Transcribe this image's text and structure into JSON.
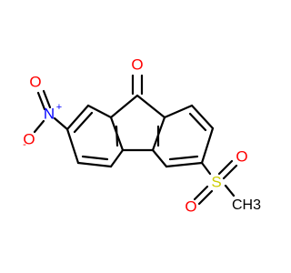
{
  "molecule": {
    "atoms": {
      "ketone_oxygen": "O",
      "nitro_nitrogen": "N",
      "nitro_oxygen_top": "O",
      "nitro_oxygen_bottom": "O",
      "sulfur": "S",
      "sulfonyl_oxygen_top": "O",
      "sulfonyl_oxygen_bottom": "O",
      "methyl": "CH3"
    },
    "charges": {
      "nitro_nitrogen": "+",
      "nitro_oxygen_bottom": "-"
    },
    "colors": {
      "bond": "#000000",
      "oxygen": "#ff0000",
      "nitrogen": "#0000ff",
      "sulfur": "#cccc00",
      "carbon_text": "#000000"
    }
  }
}
